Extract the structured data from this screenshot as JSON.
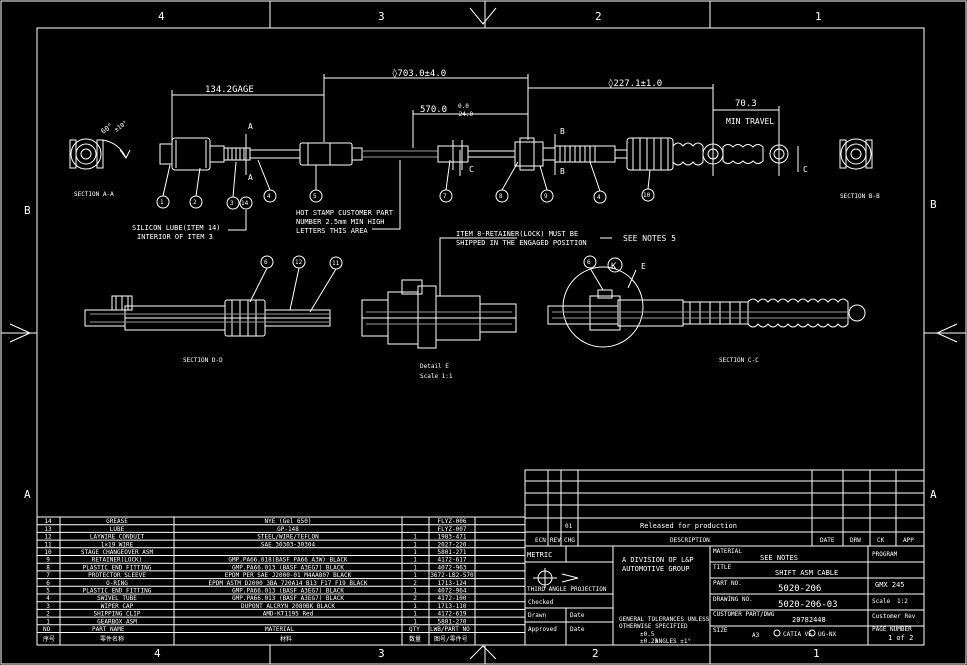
{
  "zones": {
    "top": [
      "4",
      "3",
      "2",
      "1"
    ],
    "bottom": [
      "4",
      "3",
      "2",
      "1"
    ],
    "left": [
      "B",
      "A"
    ],
    "right": [
      "B",
      "A"
    ]
  },
  "dims": {
    "gage": "134.2GAGE",
    "overall": "◊703.0±4.0",
    "mid": "570.0",
    "mid_tol_top": "0.0",
    "mid_tol_bot": "-24.0",
    "right": "◊227.1±1.0",
    "travel": "70.3",
    "travel_label": "MIN TRAVEL",
    "angle": "60°",
    "angle_tol": "±10°"
  },
  "letters": {
    "a": "A",
    "b": "B",
    "c": "C",
    "k": "K",
    "e": "E"
  },
  "balloons": [
    "1",
    "2",
    "3",
    "14",
    "4",
    "5",
    "7",
    "8",
    "9",
    "4",
    "10"
  ],
  "section_balloons": [
    "6",
    "12",
    "11",
    "6"
  ],
  "notes": {
    "silicon": "SILICON LUBE(ITEM 14)",
    "silicon2": "INTERIOR OF ITEM 3",
    "hotstamp1": "HOT STAMP CUSTOMER PART",
    "hotstamp2": "NUMBER 2.5mm MIN HIGH",
    "hotstamp3": "LETTERS THIS AREA",
    "retainer1": "ITEM 8-RETAINER(LOCK) MUST BE",
    "retainer2": "SHIPPED IN THE ENGAGED POSITION",
    "seenotes": "SEE NOTES 5"
  },
  "labels": {
    "sec_aa": "SECTION A-A",
    "sec_bb": "SECTION B-B",
    "sec_dd": "SECTION D-D",
    "detail": "Detail E",
    "scale": "Scale 1:1",
    "sec_cc": "SECTION C-C"
  },
  "bom": {
    "rows": [
      {
        "no": "14",
        "name": "GREASE",
        "material": "NYE (Gel 650)",
        "qty": "",
        "part": "FLYZ-006"
      },
      {
        "no": "13",
        "name": "LUBE",
        "material": "GP-148",
        "qty": "",
        "part": "FLYZ-007"
      },
      {
        "no": "12",
        "name": "LAYWIRE CONDUIT",
        "material": "STEEL/WIRE/TEFLON",
        "qty": "1",
        "part": "1983-471"
      },
      {
        "no": "11",
        "name": "1×19 WIRE",
        "material": "SAE 30303-30304",
        "qty": "1",
        "part": "2027-220"
      },
      {
        "no": "10",
        "name": "STAGE CHANGEOVER ASM",
        "material": "",
        "qty": "1",
        "part": "5801-271"
      },
      {
        "no": "9",
        "name": "RETAINER(LOCK)",
        "material": "GMP.PA66.018(BASF PA66 A3W) BLACK",
        "qty": "1",
        "part": "4172-617"
      },
      {
        "no": "8",
        "name": "PLASTIC END FITTING",
        "material": "GMP.PA66.013 (BASF A3EG7) BLACK",
        "qty": "1",
        "part": "4072-963"
      },
      {
        "no": "7",
        "name": "PROTECTOR SLEEVE",
        "material": "EPDM PER SAE J2000-01 M4AA807 BLACK",
        "qty": "1",
        "part": "3672-LB2-570"
      },
      {
        "no": "6",
        "name": "O-RING",
        "material": "EPDM ASTM D2000 3BA 720A14 B13 F17 F19 BLACK",
        "qty": "2",
        "part": "1713-124"
      },
      {
        "no": "5",
        "name": "PLASTIC END FITTING",
        "material": "GMP.PA66.013 (BASF A3EG7) BLACK",
        "qty": "1",
        "part": "4072-964"
      },
      {
        "no": "4",
        "name": "SWIVEL TUBE",
        "material": "GMP.PA66.013 (BASF A3EG7) BLACK",
        "qty": "2",
        "part": "4172-100"
      },
      {
        "no": "3",
        "name": "WIPER CAP",
        "material": "DUPONT ALCRYN 2080BK BLACK",
        "qty": "1",
        "part": "1713-110"
      },
      {
        "no": "2",
        "name": "SHIPPING CLIP",
        "material": "AMD-KT1195 Red",
        "qty": "1",
        "part": "4172-619"
      },
      {
        "no": "1",
        "name": "GEARBOX ASM",
        "material": "",
        "qty": "1",
        "part": "5801-270"
      }
    ],
    "header": {
      "no": "NO",
      "name": "PART NAME",
      "material": "MATERIAL",
      "qty": "QTY",
      "part": "LWB/PART NO"
    },
    "header2": {
      "no": "序号",
      "name": "零件名称",
      "material": "材料",
      "qty": "数量",
      "part": "图号/零件号"
    }
  },
  "titleblock": {
    "rev_row": {
      "ltr": "01",
      "desc": "Released for production"
    },
    "rev_head": {
      "ecn": "ECN",
      "rev": "REV",
      "chg": "CHG",
      "desc": "DESCRIPTION",
      "date": "DATE",
      "drw": "DRW",
      "ck": "CK",
      "app": "APP"
    },
    "metric": "METRIC",
    "tap": "THIRD ANGLE PROJECTION",
    "division1": "A DIVISION OF L&P",
    "division2": "AUTOMOTIVE GROUP",
    "material_label": "MATERIAL",
    "material_val": "SEE NOTES",
    "title_label": "TITLE",
    "title_val": "SHIFT ASM CABLE",
    "partno_label": "PART NO.",
    "partno_val": "5020-206",
    "drawing_label": "DRAWING NO.",
    "drawing_val": "5020-206-03",
    "customer_label": "CUSTOMER PART/DWG",
    "customer_val": "20782448",
    "program_label": "PROGRAM",
    "program_val": "GMX 245",
    "scale_label": "Scale",
    "scale_val": "1:2",
    "custrev_label": "Customer Rev",
    "size_label": "SIZE",
    "size_val": "A3",
    "catia": "CATIA V5",
    "ugnx": "UG-NX",
    "page_label": "PAGE NUMBER",
    "page_val": "1 of 2",
    "drawn": "Drawn",
    "checked": "Checked",
    "approved": "Approved",
    "date": "Date",
    "tol1": "GENERAL TOLERANCES UNLESS",
    "tol2": "OTHERWISE SPECIFIED",
    "tol3": "±0.5",
    "tol4": "±0.25",
    "tol5": "ANGLES ±1°"
  },
  "colors": {
    "line": "#ffffff",
    "grey": "#9a9a9a",
    "background": "#000000"
  }
}
